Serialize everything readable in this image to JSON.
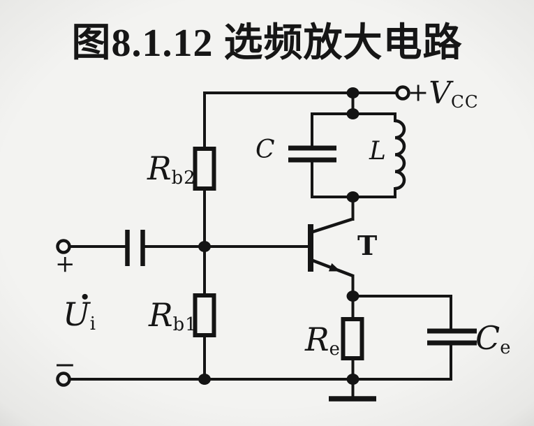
{
  "page": {
    "background": "#f3f3f1",
    "ink": "#141414",
    "description": "Frequency-selective (tuned LC) transistor amplifier circuit diagram"
  },
  "title": {
    "text": "图8.1.12 选频放大电路"
  },
  "labels": {
    "vcc": {
      "plus": "+",
      "main": "V",
      "sub": "CC"
    },
    "cap_c": {
      "main": "C"
    },
    "ind_l": {
      "main": "L"
    },
    "rb2": {
      "main": "R",
      "sub": "b2"
    },
    "rb1": {
      "main": "R",
      "sub": "b1"
    },
    "transistor": {
      "main": "T"
    },
    "re": {
      "main": "R",
      "sub": "e"
    },
    "ce": {
      "main": "C",
      "sub": "e"
    },
    "ui": {
      "dot": "·",
      "main": "U",
      "sub": "i"
    },
    "input_plus": "+",
    "input_minus": "−"
  }
}
